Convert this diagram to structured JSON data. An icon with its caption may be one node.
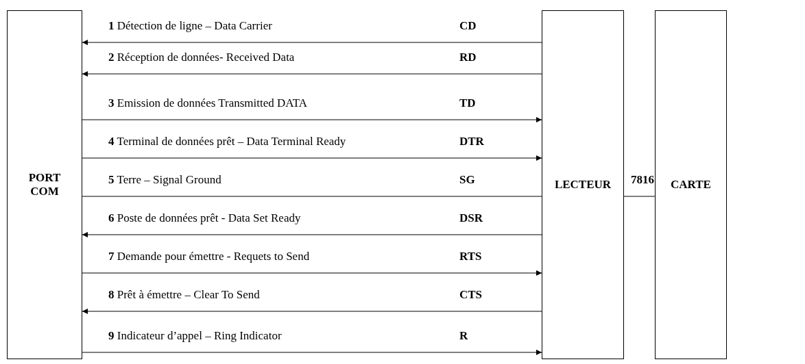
{
  "diagram": {
    "nodes": [
      {
        "text": [
          "PORT COM"
        ]
      },
      {
        "text": [
          "LECTEUR"
        ]
      },
      {
        "text": [
          "CARTE"
        ]
      }
    ],
    "edges": [
      {
        "from": 1,
        "to": 0,
        "arrow": "to",
        "label": "1 Détection de ligne – Data Carrier CD"
      },
      {
        "from": 1,
        "to": 0,
        "arrow": "to",
        "label": "2 Réception de données- Received Data RD"
      },
      {
        "from": 0,
        "to": 1,
        "arrow": "to",
        "label": "3 Emission de données Transmitted DATA TD"
      },
      {
        "from": 0,
        "to": 1,
        "arrow": "to",
        "label": "4 Terminal de données prêt – Data Terminal Ready DTR"
      },
      {
        "from": 0,
        "to": 1,
        "arrow": "none",
        "label": "5 Terre – Signal Ground SG"
      },
      {
        "from": 1,
        "to": 0,
        "arrow": "to",
        "label": "6 Poste de données prêt - Data Set Ready DSR"
      },
      {
        "from": 0,
        "to": 1,
        "arrow": "to",
        "label": "7 Demande pour émettre - Requets to Send RTS"
      },
      {
        "from": 1,
        "to": 0,
        "arrow": "to",
        "label": "8 Prêt à émettre – Clear To Send CTS"
      },
      {
        "from": 0,
        "to": 1,
        "arrow": "to",
        "label": "9 Indicateur d’appel – Ring Indicator R"
      },
      {
        "from": 1,
        "to": 2,
        "arrow": "none",
        "label": "7816"
      }
    ]
  }
}
